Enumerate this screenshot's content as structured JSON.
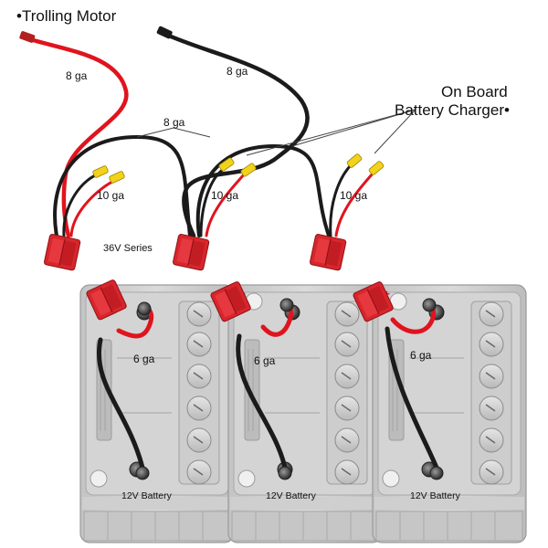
{
  "labels": {
    "trolling_motor": "•Trolling Motor",
    "charger_line1": "On Board",
    "charger_line2": "Battery Charger•",
    "series": "36V Series"
  },
  "gauges": {
    "trolling_positive": "8 ga",
    "trolling_negative": "8 ga",
    "jumper": "8 ga",
    "charger_1": "10 ga",
    "charger_2": "10 ga",
    "charger_3": "10 ga",
    "battery_1": "6 ga",
    "battery_2": "6 ga",
    "battery_3": "6 ga"
  },
  "batteries": [
    {
      "label": "12V Battery"
    },
    {
      "label": "12V Battery"
    },
    {
      "label": "12V Battery"
    }
  ],
  "colors": {
    "positive_wire": "#e0141e",
    "negative_wire": "#1b1b1b",
    "connector": "#d8262c",
    "ring_terminal": "#f2d21a",
    "battery_body": "#cfcfcf"
  },
  "icons": {
    "positive_terminal_marker": "+"
  }
}
